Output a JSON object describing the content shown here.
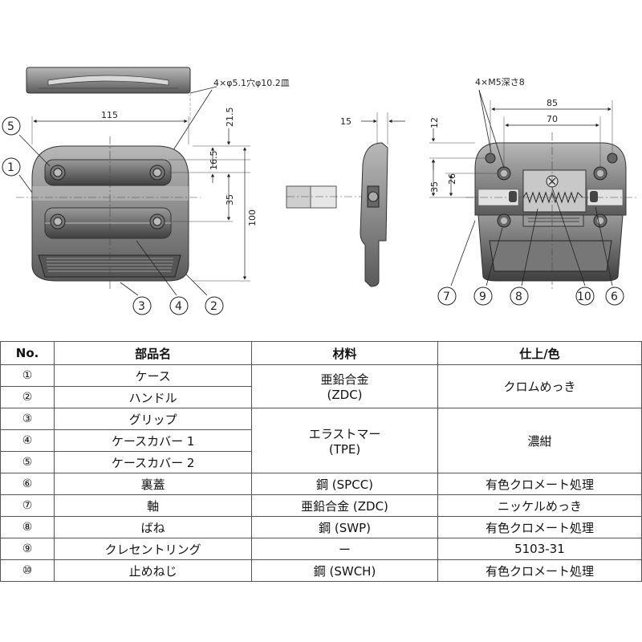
{
  "top_view_note": "4×φ5.1穴φ10.2皿",
  "back_view_note": "4×M5深さ8",
  "dims": {
    "front_width": "115",
    "front_top": "21.5",
    "front_pitch": "16.5",
    "front_mid": "35",
    "front_height": "100",
    "side_depth": "15",
    "back_outer": "85",
    "back_inner": "70",
    "back_top": "12",
    "back_35": "35",
    "back_26": "26"
  },
  "callouts": {
    "c1": "1",
    "c2": "2",
    "c3": "3",
    "c4": "4",
    "c5": "5",
    "c6": "6",
    "c7": "7",
    "c8": "8",
    "c9": "9",
    "c10": "10"
  },
  "table": {
    "headers": [
      "No.",
      "部品名",
      "材料",
      "仕上/色"
    ],
    "numbers": [
      "①",
      "②",
      "③",
      "④",
      "⑤",
      "⑥",
      "⑦",
      "⑧",
      "⑨",
      "⑩"
    ],
    "names": [
      "ケース",
      "ハンドル",
      "グリップ",
      "ケースカバー 1",
      "ケースカバー 2",
      "裏蓋",
      "軸",
      "ばね",
      "クレセントリング",
      "止めねじ"
    ],
    "materials": {
      "m12": "亜鉛合金\n(ZDC)",
      "m345": "エラストマー\n(TPE)",
      "m6": "鋼 (SPCC)",
      "m7": "亜鉛合金 (ZDC)",
      "m8": "鋼 (SWP)",
      "m9": "ー",
      "m10": "鋼 (SWCH)"
    },
    "finishes": {
      "f12": "クロムめっき",
      "f345": "濃紺",
      "f6": "有色クロメート処理",
      "f7": "ニッケルめっき",
      "f8": "有色クロメート処理",
      "f9": "5103-31",
      "f10": "有色クロメート処理"
    }
  }
}
